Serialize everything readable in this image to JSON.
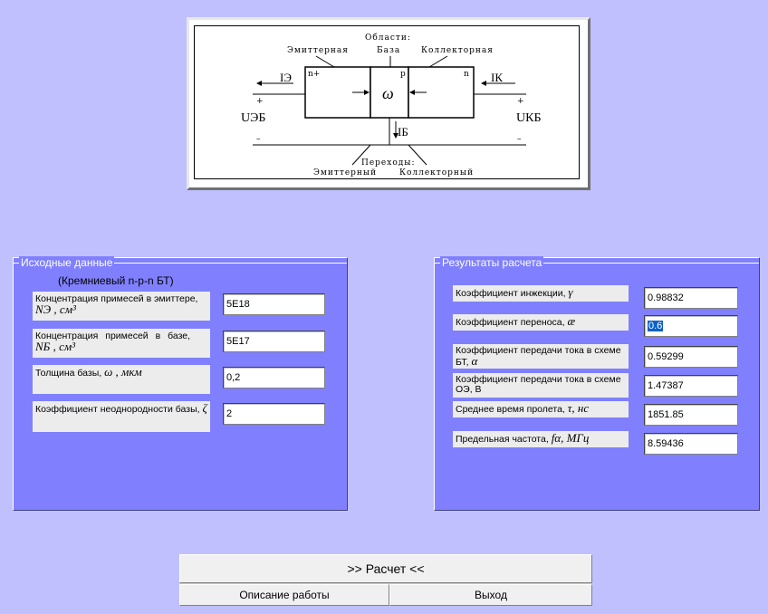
{
  "diagram": {
    "regions_title": "Области:",
    "emitter_region": "Эмиттерная",
    "base_region": "База",
    "collector_region": "Коллекторная",
    "emitter_type": "n+",
    "base_type": "p",
    "collector_type": "n",
    "base_width_symbol": "ω",
    "current_emitter": "IЭ",
    "current_collector": "IК",
    "current_base": "IБ",
    "voltage_eb": "UЭБ",
    "voltage_kb": "UКБ",
    "plus": "+",
    "minus": "–",
    "junctions_title": "Переходы:",
    "emitter_junction": "Эмиттерный",
    "collector_junction": "Коллекторный"
  },
  "input_panel": {
    "title": "Исходные данные",
    "subtitle": "(Кремниевый n-p-n БТ)",
    "fields": [
      {
        "label": "Концентрация примесей в эмиттере,",
        "symbol": "NЭ , см³",
        "value": "5E18"
      },
      {
        "label": "Концентрация примесей в базе,",
        "symbol": "NБ , см³",
        "value": "5E17"
      },
      {
        "label": "Толщина базы,",
        "symbol": "ω ,  мкм",
        "value": "0,2"
      },
      {
        "label": "Коэффициент неоднородности базы,",
        "symbol": "ζ",
        "value": "2"
      }
    ]
  },
  "result_panel": {
    "title": "Результаты расчета",
    "fields": [
      {
        "label": "Коэффициент инжекции,",
        "symbol": "γ",
        "value": "0.98832"
      },
      {
        "label": "Коэффициент переноса,",
        "symbol": "æ",
        "value": "0.6"
      },
      {
        "label": "Коэффициент передачи тока в схеме БТ,",
        "symbol": "α",
        "value": "0.59299"
      },
      {
        "label": "Коэффициент передачи тока в схеме ОЭ, B",
        "symbol": "",
        "value": "1.47387"
      },
      {
        "label": "Среднее время пролета,",
        "symbol": "τ, нс",
        "value": "1851.85"
      },
      {
        "label": "Предельная частота,",
        "symbol": "fα, МГц",
        "value": "8.59436"
      }
    ]
  },
  "buttons": {
    "calc": ">> Расчет <<",
    "description": "Описание работы",
    "exit": "Выход"
  }
}
